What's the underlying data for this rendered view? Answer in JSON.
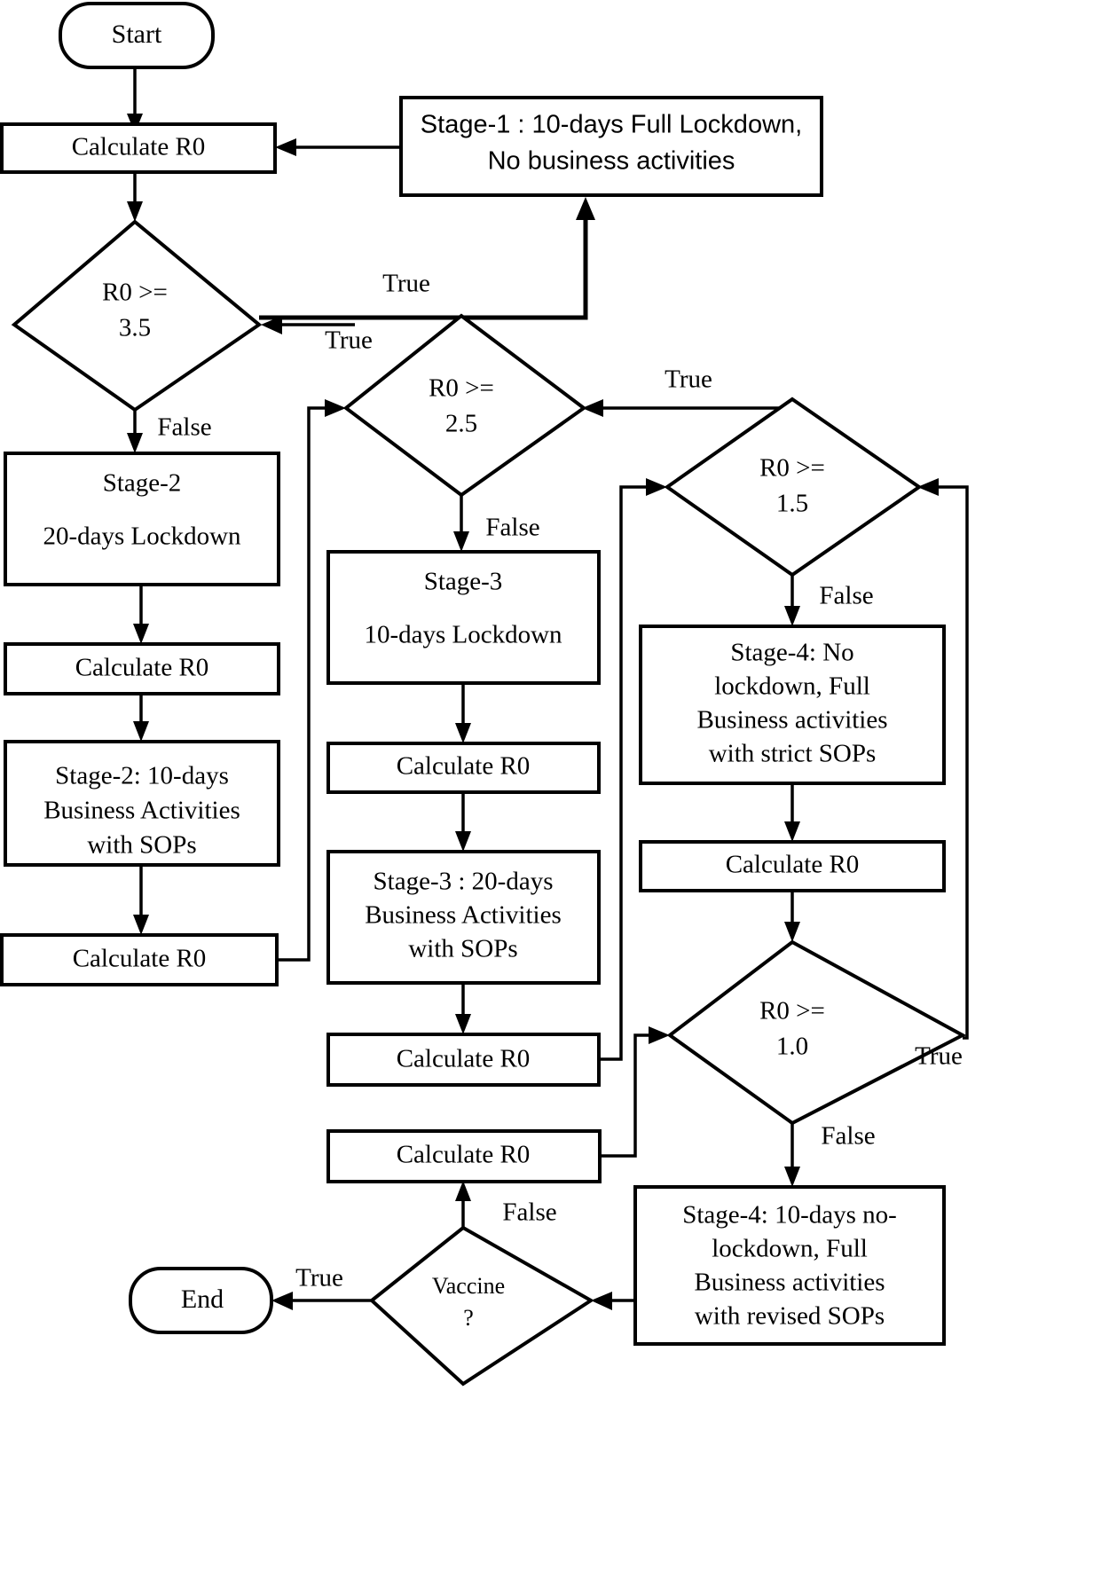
{
  "diagram": {
    "type": "flowchart",
    "title": "COVID-19 staged lockdown decision flowchart based on R0",
    "colors": {
      "stroke": "#000000",
      "fill": "#ffffff",
      "text": "#000000"
    },
    "nodes": {
      "start": {
        "shape": "terminal",
        "label": "Start"
      },
      "calc_r0_1": {
        "shape": "process",
        "label": "Calculate R0"
      },
      "stage1": {
        "shape": "process",
        "line1": "Stage-1 : 10-days Full Lockdown,",
        "line2": "No business activities"
      },
      "dec_35": {
        "shape": "decision",
        "line1": "R0 >=",
        "line2": "3.5"
      },
      "dec_25": {
        "shape": "decision",
        "line1": "R0 >=",
        "line2": "2.5"
      },
      "dec_15": {
        "shape": "decision",
        "line1": "R0 >=",
        "line2": "1.5"
      },
      "dec_10": {
        "shape": "decision",
        "line1": "R0 >=",
        "line2": "1.0"
      },
      "stage2_a": {
        "shape": "process",
        "line1": "Stage-2",
        "line2": "20-days Lockdown"
      },
      "calc_r0_2": {
        "shape": "process",
        "label": "Calculate R0"
      },
      "stage2_b": {
        "shape": "process",
        "line1": "Stage-2: 10-days",
        "line2": "Business Activities",
        "line3": "with SOPs"
      },
      "calc_r0_3": {
        "shape": "process",
        "label": "Calculate R0"
      },
      "stage3_a": {
        "shape": "process",
        "line1": "Stage-3",
        "line2": "10-days Lockdown"
      },
      "calc_r0_4": {
        "shape": "process",
        "label": "Calculate R0"
      },
      "stage3_b": {
        "shape": "process",
        "line1": "Stage-3 : 20-days",
        "line2": "Business Activities",
        "line3": "with SOPs"
      },
      "calc_r0_5": {
        "shape": "process",
        "label": "Calculate R0"
      },
      "stage4_a": {
        "shape": "process",
        "line1": "Stage-4: No",
        "line2": "lockdown, Full",
        "line3": "Business activities",
        "line4": "with strict SOPs"
      },
      "calc_r0_6": {
        "shape": "process",
        "label": "Calculate R0"
      },
      "stage4_b": {
        "shape": "process",
        "line1": "Stage-4: 10-days no-",
        "line2": "lockdown, Full",
        "line3": "Business activities",
        "line4": "with revised SOPs"
      },
      "calc_r0_7": {
        "shape": "process",
        "label": "Calculate R0"
      },
      "vaccine": {
        "shape": "decision",
        "line1": "Vaccine",
        "line2": "?"
      },
      "end": {
        "shape": "terminal",
        "label": "End"
      }
    },
    "edge_labels": {
      "true_1": "True",
      "true_2": "True",
      "true_3": "True",
      "true_4": "True",
      "true_5": "True",
      "false_1": "False",
      "false_2": "False",
      "false_3": "False",
      "false_4": "False",
      "false_5": "False"
    },
    "edges": [
      {
        "from": "start",
        "to": "calc_r0_1",
        "label": ""
      },
      {
        "from": "calc_r0_1",
        "to": "dec_35",
        "label": ""
      },
      {
        "from": "stage1",
        "to": "calc_r0_1",
        "label": ""
      },
      {
        "from": "dec_35",
        "to": "stage2_a",
        "label": "False"
      },
      {
        "from": "dec_35",
        "to": "stage1",
        "label": "True"
      },
      {
        "from": "dec_25",
        "to": "dec_35",
        "label": "True"
      },
      {
        "from": "dec_25",
        "to": "stage3_a",
        "label": "False"
      },
      {
        "from": "stage2_a",
        "to": "calc_r0_2",
        "label": ""
      },
      {
        "from": "calc_r0_2",
        "to": "stage2_b",
        "label": ""
      },
      {
        "from": "stage2_b",
        "to": "calc_r0_3",
        "label": ""
      },
      {
        "from": "calc_r0_3",
        "to": "dec_25",
        "label": ""
      },
      {
        "from": "stage3_a",
        "to": "calc_r0_4",
        "label": ""
      },
      {
        "from": "calc_r0_4",
        "to": "stage3_b",
        "label": ""
      },
      {
        "from": "stage3_b",
        "to": "calc_r0_5",
        "label": ""
      },
      {
        "from": "calc_r0_5",
        "to": "dec_15",
        "label": ""
      },
      {
        "from": "dec_15",
        "to": "dec_25",
        "label": "True"
      },
      {
        "from": "dec_15",
        "to": "stage4_a",
        "label": "False"
      },
      {
        "from": "stage4_a",
        "to": "calc_r0_6",
        "label": ""
      },
      {
        "from": "calc_r0_6",
        "to": "dec_10",
        "label": ""
      },
      {
        "from": "dec_10",
        "to": "dec_15",
        "label": "True"
      },
      {
        "from": "dec_10",
        "to": "stage4_b",
        "label": "False"
      },
      {
        "from": "stage4_b",
        "to": "vaccine",
        "label": ""
      },
      {
        "from": "vaccine",
        "to": "end",
        "label": "True"
      },
      {
        "from": "vaccine",
        "to": "calc_r0_7",
        "label": "False"
      },
      {
        "from": "calc_r0_7",
        "to": "dec_10",
        "label": ""
      }
    ]
  }
}
